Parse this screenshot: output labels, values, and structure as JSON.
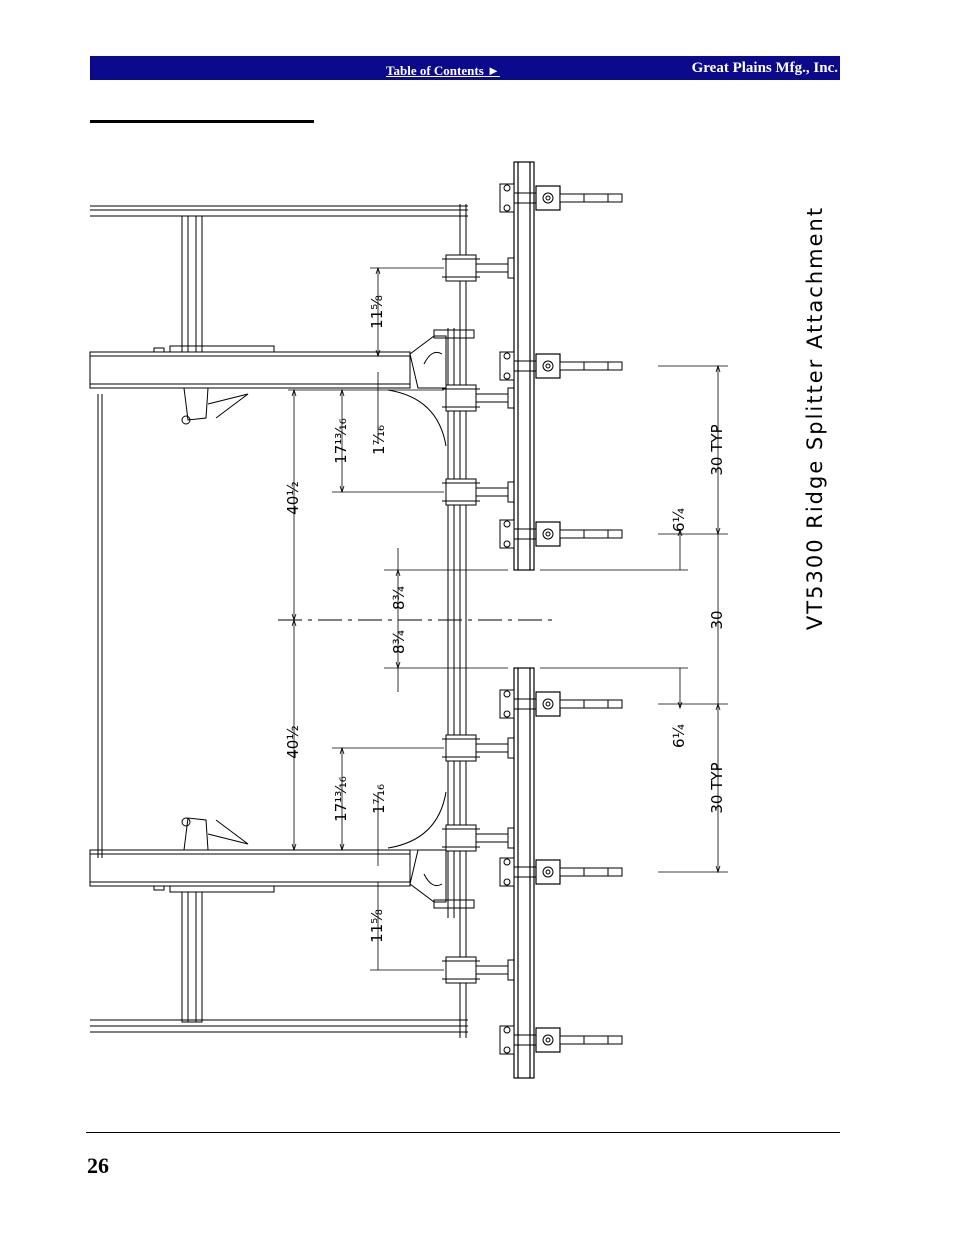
{
  "header": {
    "toc_label": "Table of Contents ►",
    "company": "Great Plains Mfg., Inc."
  },
  "drawing": {
    "title": "VT5300  Ridge  Splitter  Attachment",
    "dimensions": {
      "d_11_5_8_top": "11⅝",
      "d_17_13_16_top": "17¹³⁄₁₆",
      "d_1_7_16_top": "1⁷⁄₁₆",
      "d_40_1_2_top": "40½",
      "d_8_3_4_top": "8¾",
      "d_8_3_4_bottom": "8¾",
      "d_40_1_2_bottom": "40½",
      "d_17_13_16_bottom": "17¹³⁄₁₆",
      "d_1_7_16_bottom": "1⁷⁄₁₆",
      "d_11_5_8_bottom": "11⅝",
      "d_6_1_4_top": "6¼",
      "d_6_1_4_bottom": "6¼",
      "d_30_typ_top": "30  TYP",
      "d_30_center": "30",
      "d_30_typ_bottom": "30  TYP"
    }
  },
  "footer": {
    "page_number": "26"
  }
}
